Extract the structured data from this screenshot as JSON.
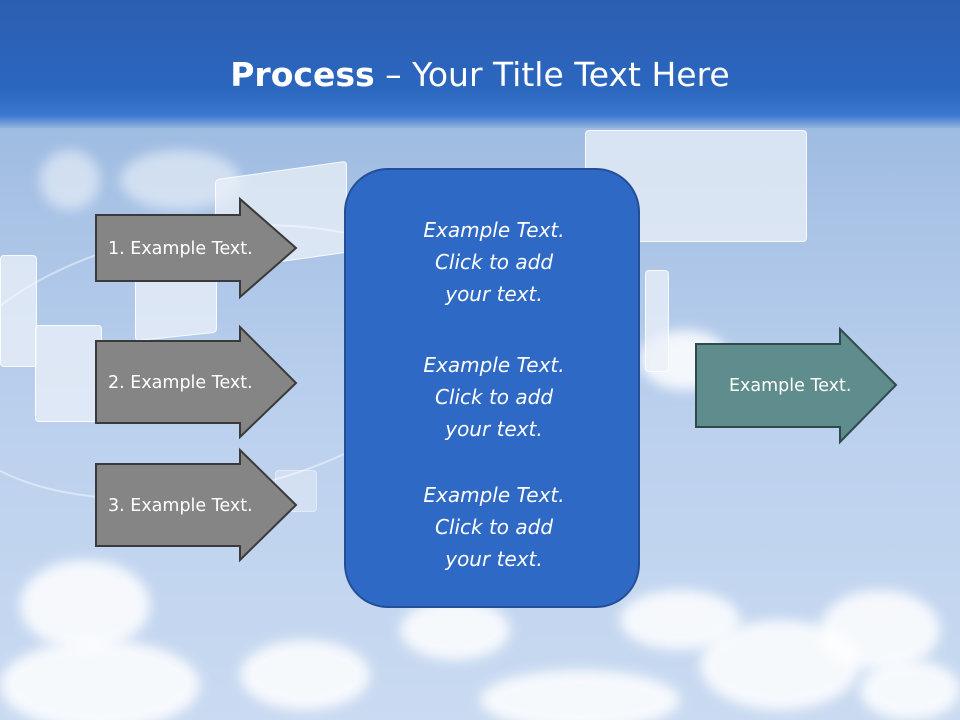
{
  "title": {
    "bold": "Process",
    "rest": " – Your Title Text Here"
  },
  "left_arrows": [
    {
      "label": "1. Example Text."
    },
    {
      "label": "2. Example Text."
    },
    {
      "label": "3. Example Text."
    }
  ],
  "center_box": {
    "paragraphs": [
      {
        "line1": "Example Text.",
        "line2": "Click  to add",
        "line3": "your text."
      },
      {
        "line1": "Example Text.",
        "line2": "Click  to add",
        "line3": "your text."
      },
      {
        "line1": "Example Text.",
        "line2": "Click  to add",
        "line3": "your text."
      }
    ]
  },
  "right_arrow": {
    "label": "Example Text."
  },
  "colors": {
    "title_bar": "#2b66bf",
    "left_arrow_fill": "#858585",
    "center_box_fill": "#2e69c6",
    "right_arrow_fill": "#5f8c8c"
  }
}
